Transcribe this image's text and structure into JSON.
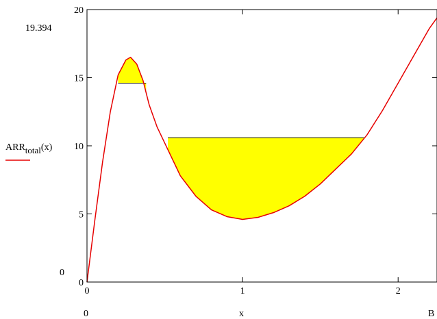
{
  "chart_data": {
    "type": "line",
    "series": [
      {
        "name": "ARR.total(x)",
        "color": "#e60000",
        "x": [
          0,
          0.05,
          0.1,
          0.15,
          0.2,
          0.25,
          0.28,
          0.32,
          0.36,
          0.4,
          0.45,
          0.5,
          0.55,
          0.6,
          0.7,
          0.8,
          0.9,
          1.0,
          1.1,
          1.2,
          1.3,
          1.4,
          1.5,
          1.6,
          1.7,
          1.8,
          1.9,
          2.0,
          2.1,
          2.2,
          2.25
        ],
        "y": [
          0,
          4.5,
          8.8,
          12.5,
          15.2,
          16.3,
          16.5,
          16.0,
          14.8,
          13.0,
          11.4,
          10.2,
          9.0,
          7.8,
          6.3,
          5.3,
          4.8,
          4.6,
          4.75,
          5.1,
          5.6,
          6.3,
          7.2,
          8.3,
          9.4,
          10.8,
          12.6,
          14.6,
          16.6,
          18.6,
          19.394
        ]
      }
    ],
    "fills": [
      {
        "color": "#ffff00",
        "level": 14.6,
        "x_range": [
          0.2,
          0.38
        ]
      },
      {
        "color": "#ffff00",
        "level": 10.6,
        "x_range": [
          0.52,
          1.78
        ]
      }
    ],
    "y_ticks": [
      0,
      5,
      10,
      15,
      20
    ],
    "x_ticks": [
      0,
      1,
      2
    ],
    "xlim": [
      0,
      2.25
    ],
    "ylim": [
      0,
      20
    ],
    "y_top_label": "19.394",
    "y_bottom_label": "0",
    "x_left_label": "0",
    "x_right_label": "B",
    "xlabel": "x",
    "legend": {
      "main": "ARR",
      "sub": "total",
      "args": "(x)",
      "placement": "left-middle"
    }
  }
}
